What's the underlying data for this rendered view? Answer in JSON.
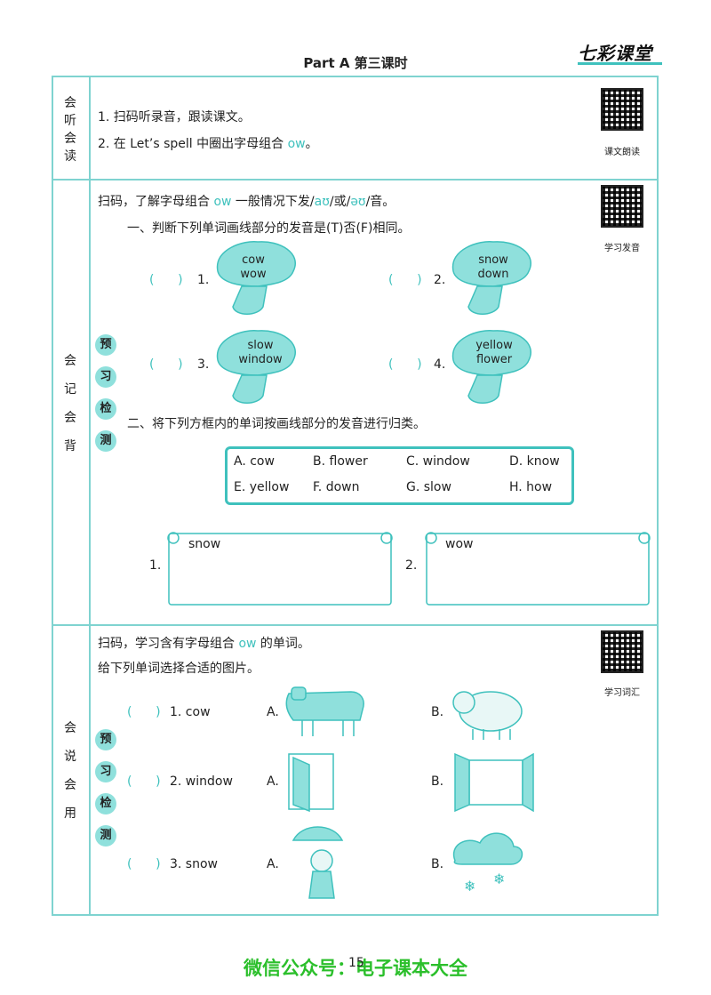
{
  "header": {
    "title": "Part A 第三课时",
    "brand": "七彩课堂"
  },
  "sec1": {
    "side": [
      "会",
      "听",
      "会",
      "读"
    ],
    "line1": "1. 扫码听录音，跟读课文。",
    "line2_pre": "2. 在 Let’s spell 中圈出字母组合 ",
    "line2_hl": "ow",
    "line2_post": "。",
    "qr_label": "课文朗读"
  },
  "sec2": {
    "side": [
      "会",
      "记",
      "会",
      "背"
    ],
    "badge": [
      "预",
      "习",
      "检",
      "测"
    ],
    "intro_pre": "扫码，了解字母组合 ",
    "intro_hl": "ow",
    "intro_mid1": " 一般情况下发/",
    "intro_ph1": "aʊ",
    "intro_mid2": "/或/",
    "intro_ph2": "əʊ",
    "intro_post": "/音。",
    "qr_label": "学习发音",
    "part1_title": "一、判断下列单词画线部分的发音是(T)否(F)相同。",
    "items": [
      {
        "num": "1.",
        "w1": "cow",
        "w2": "wow"
      },
      {
        "num": "2.",
        "w1": "snow",
        "w2": "down"
      },
      {
        "num": "3.",
        "w1": "slow",
        "w2": "window"
      },
      {
        "num": "4.",
        "w1": "yellow",
        "w2": "flower"
      }
    ],
    "paren": "(",
    "paren_close": ")",
    "part2_title": "二、将下列方框内的单词按画线部分的发音进行归类。",
    "options": [
      "A. cow",
      "B. flower",
      "C. window",
      "D. know",
      "E. yellow",
      "F. down",
      "G. slow",
      "H. how"
    ],
    "scroll1": {
      "num": "1.",
      "word": "snow"
    },
    "scroll2": {
      "num": "2.",
      "word": "wow"
    }
  },
  "sec3": {
    "side": [
      "会",
      "说",
      "会",
      "用"
    ],
    "badge": [
      "预",
      "习",
      "检",
      "测"
    ],
    "intro_pre": "扫码，学习含有字母组合 ",
    "intro_hl": "ow",
    "intro_post": " 的单词。",
    "line2": "给下列单词选择合适的图片。",
    "qr_label": "学习词汇",
    "items": [
      {
        "num": "1. cow",
        "a": "A.",
        "b": "B."
      },
      {
        "num": "2. window",
        "a": "A.",
        "b": "B."
      },
      {
        "num": "3. snow",
        "a": "A.",
        "b": "B."
      }
    ]
  },
  "footer": {
    "text": "微信公众号：电子课本大全",
    "page": "15"
  },
  "colors": {
    "accent": "#3fc1bd",
    "light": "#8fe0dc",
    "footer": "#2bbf2b"
  }
}
